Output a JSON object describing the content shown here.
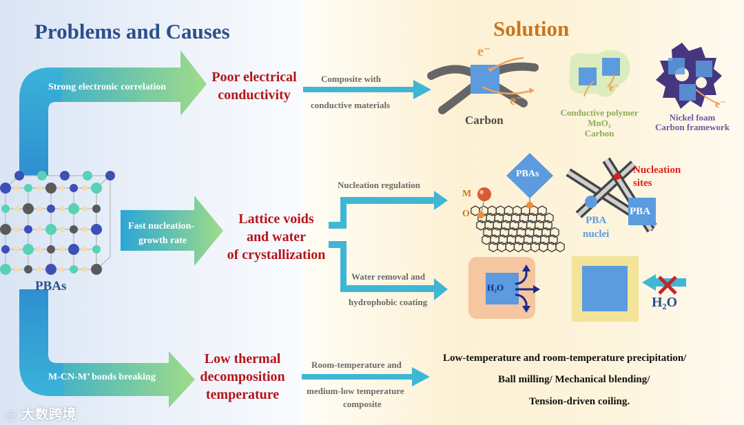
{
  "titles": {
    "problems": "Problems and Causes",
    "solution": "Solution"
  },
  "causes": {
    "strong_electronic": "Strong electronic correlation",
    "fast_nucleation_1": "Fast nucleation-",
    "fast_nucleation_2": "growth rate",
    "bonds_breaking": "M-CN-M’ bonds breaking"
  },
  "problems": {
    "poor_1": "Poor electrical",
    "poor_2": "conductivity",
    "lattice_1": "Lattice voids",
    "lattice_2": "and water",
    "lattice_3": "of crystallization",
    "thermal_1": "Low thermal",
    "thermal_2": "decomposition",
    "thermal_3": "temperature"
  },
  "arrows": {
    "composite_1": "Composite with",
    "composite_2": "conductive materials",
    "nucleation_reg": "Nucleation regulation",
    "water_1": "Water removal and",
    "water_2": "hydrophobic coating",
    "room_1": "Room-temperature and",
    "room_2": "medium-low temperature",
    "room_3": "composite"
  },
  "solutions": {
    "electron": "e⁻",
    "carbon": "Carbon",
    "cp_1": "Conductive polymer",
    "cp_2": "MnO₂",
    "cp_3": "Carbon",
    "ni_1": "Nickel foam",
    "ni_2": "Carbon framework",
    "m": "M",
    "o": "O",
    "pbas_diamond": "PBAs",
    "nuc_sites_1": "Nucleation",
    "nuc_sites_2": "sites",
    "pba_nuclei_1": "PBA",
    "pba_nuclei_2": "nuclei",
    "pba_box": "PBA",
    "h2o_inner": "H₂O",
    "h2o_outer": "H₂O",
    "low_temp_1": "Low-temperature and room-temperature precipitation/",
    "low_temp_2": "Ball milling/ Mechanical blending/",
    "low_temp_3": "Tension-driven coiling."
  },
  "pbas_label": "PBAs",
  "watermark": "大数跨境",
  "colors": {
    "problem_red": "#b3151a",
    "title_blue": "#2c4f8c",
    "title_orange": "#c8761f",
    "arrow_teal": "#3fb6d4",
    "pba_blue": "#5b9bde"
  }
}
